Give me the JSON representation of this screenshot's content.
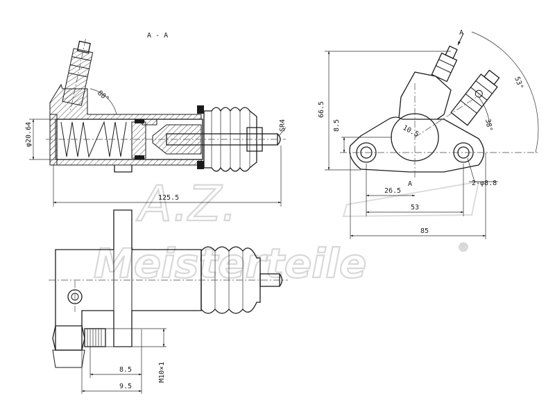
{
  "section_label": "A - A",
  "view_marker": "A",
  "center_marker": "A",
  "watermark": {
    "logo": "A.Z.",
    "brand": "Meisterteile",
    "registered": "®"
  },
  "dimensions": {
    "thread_sr": "SR4",
    "angle_port": "80°",
    "bore_diameter": "φ20.64",
    "total_length": "125.5",
    "height_total": "66.5",
    "height_center": "8.5",
    "offset_small": "10.5",
    "angle_line": "38°",
    "angle_outer": "53°",
    "hole_spacing_half": "26.5",
    "hole_span": "53",
    "flange_width": "85",
    "mount_holes": "2-φ8.8",
    "bleeder_offset_a": "8.5",
    "bleeder_offset_b": "9.5",
    "thread_size": "M10×1"
  }
}
